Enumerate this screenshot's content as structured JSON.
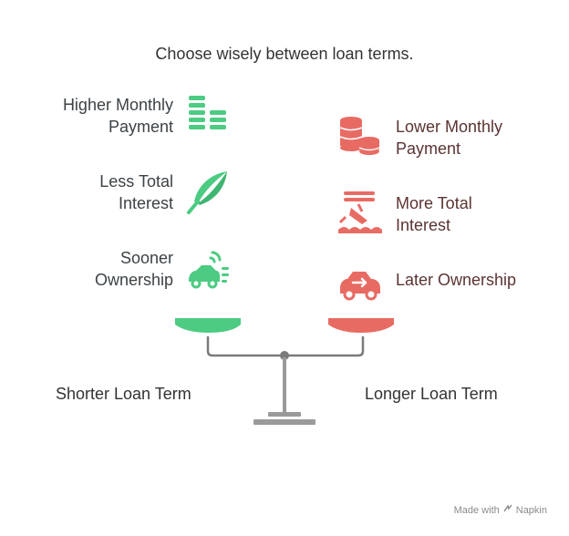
{
  "title": "Choose wisely between loan terms.",
  "colors": {
    "left_accent": "#4ccb82",
    "right_accent": "#e86b63",
    "beam": "#7a7a7a",
    "base": "#9a9a9a"
  },
  "left": {
    "term_label": "Shorter Loan Term",
    "items": [
      {
        "label": "Higher Monthly\nPayment",
        "icon": "stacked-bars-icon"
      },
      {
        "label": "Less Total\nInterest",
        "icon": "feather-icon"
      },
      {
        "label": "Sooner\nOwnership",
        "icon": "fast-car-icon"
      }
    ]
  },
  "right": {
    "term_label": "Longer Loan Term",
    "items": [
      {
        "label": "Lower Monthly\nPayment",
        "icon": "coin-stack-icon"
      },
      {
        "label": "More Total\nInterest",
        "icon": "sinking-boat-icon"
      },
      {
        "label": "Later Ownership",
        "icon": "car-arrow-icon"
      }
    ]
  },
  "footer": {
    "made_with": "Made with",
    "brand": "Napkin"
  }
}
